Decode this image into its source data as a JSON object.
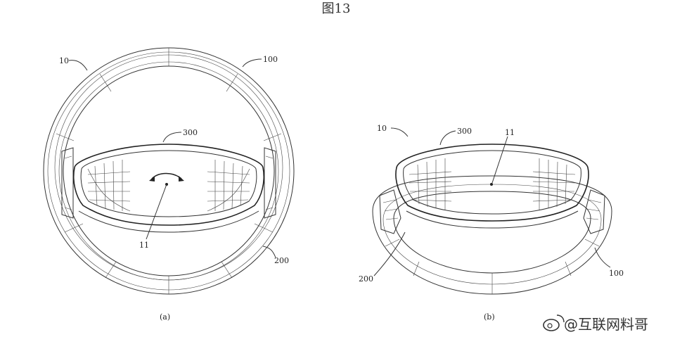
{
  "figure": {
    "title": "图13",
    "subfig_a": "(a)",
    "subfig_b": "(b)"
  },
  "labels_a": {
    "l10": "10",
    "l100": "100",
    "l300": "300",
    "l11": "11",
    "l200": "200"
  },
  "labels_b": {
    "l10": "10",
    "l300": "300",
    "l11": "11",
    "l200": "200",
    "l100": "100"
  },
  "watermark": {
    "text": "@互联网料哥",
    "icon": "weibo-icon"
  }
}
